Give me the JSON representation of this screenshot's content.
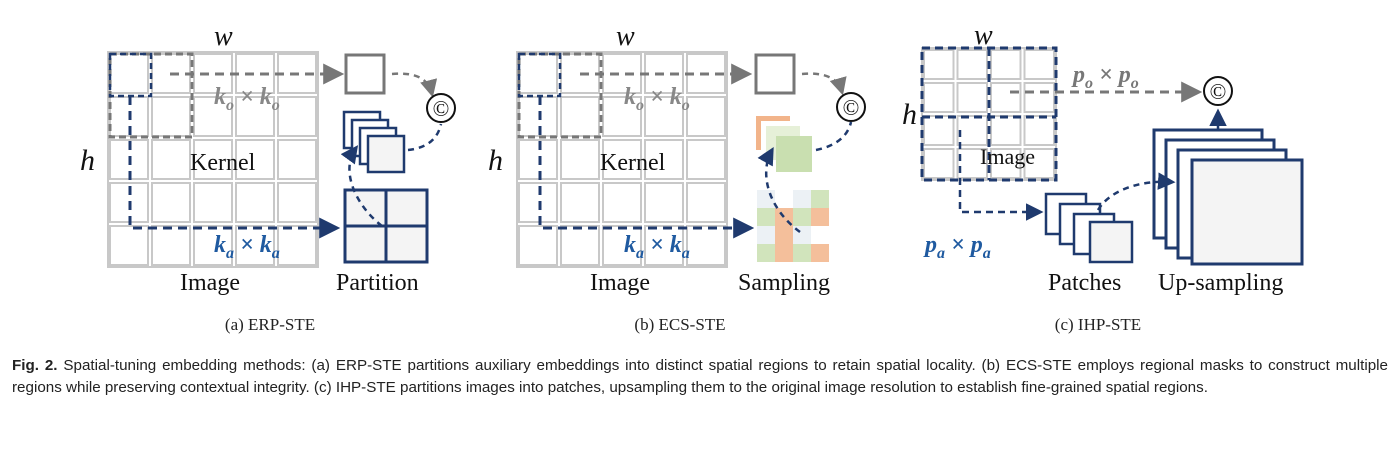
{
  "panels": [
    {
      "id": "a",
      "width_label": "w",
      "height_label": "h",
      "kernel_label": "Kernel",
      "image_label": "Image",
      "ko_base": "k",
      "ko_sub": "o",
      "ka_base": "k",
      "ka_sub": "a",
      "times": "×",
      "concat_symbol": "©",
      "right_label": "Partition",
      "caption": "(a)  ERP-STE"
    },
    {
      "id": "b",
      "width_label": "w",
      "height_label": "h",
      "kernel_label": "Kernel",
      "image_label": "Image",
      "ko_base": "k",
      "ko_sub": "o",
      "ka_base": "k",
      "ka_sub": "a",
      "times": "×",
      "concat_symbol": "©",
      "right_label": "Sampling",
      "caption": "(b)  ECS-STE"
    },
    {
      "id": "c",
      "width_label": "w",
      "height_label": "h",
      "image_label": "Image",
      "po_base": "p",
      "po_sub": "o",
      "pa_base": "p",
      "pa_sub": "a",
      "times": "×",
      "concat_symbol": "©",
      "patches_label": "Patches",
      "upsampling_label": "Up-sampling",
      "caption": "(c)  IHP-STE"
    }
  ],
  "figure_caption": {
    "label": "Fig. 2.",
    "text": "Spatial-tuning embedding methods: (a) ERP-STE partitions auxiliary embeddings into distinct spatial regions to retain spatial locality. (b) ECS-STE employs regional masks to construct multiple regions while preserving contextual integrity. (c) IHP-STE partitions images into patches, upsampling them to the original image resolution to establish fine-grained spatial regions."
  },
  "colors": {
    "navy": "#1f3a6e",
    "blue_text": "#1f5aa0",
    "gray_dash": "#777777",
    "grid_line": "#c8c8c8",
    "orange": "#f2b48a",
    "green": "#c9dfb0"
  }
}
